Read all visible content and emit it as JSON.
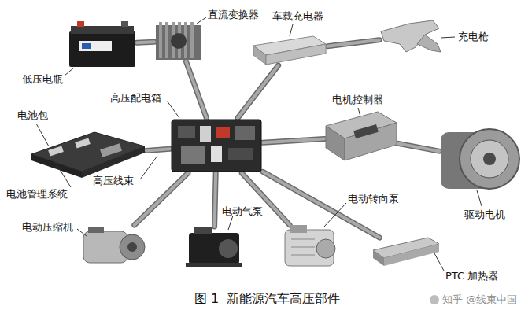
{
  "diagram": {
    "caption": "图 1  新能源汽车高压部件",
    "nodes": [
      {
        "text": [
          "低压电瓶"
        ]
      },
      {
        "text": [
          "直流变换器"
        ]
      },
      {
        "text": [
          "车载充电器"
        ]
      },
      {
        "text": [
          "充电枪"
        ]
      },
      {
        "text": [
          "高压配电箱"
        ]
      },
      {
        "text": [
          "电池包",
          "电池管理系统"
        ]
      },
      {
        "text": [
          "电机控制器"
        ]
      },
      {
        "text": [
          "驱动电机"
        ]
      },
      {
        "text": [
          "电动压缩机"
        ]
      },
      {
        "text": [
          "电动气泵"
        ]
      },
      {
        "text": [
          "电动转向泵"
        ]
      },
      {
        "text": [
          "PTC 加热器"
        ]
      }
    ],
    "edges": [
      {
        "from": 0,
        "to": 1,
        "arrow": "none"
      },
      {
        "from": 1,
        "to": 4,
        "arrow": "none"
      },
      {
        "from": 2,
        "to": 4,
        "arrow": "none"
      },
      {
        "from": 3,
        "to": 2,
        "arrow": "none"
      },
      {
        "from": 5,
        "to": 4,
        "arrow": "none"
      },
      {
        "from": 6,
        "to": 4,
        "arrow": "none"
      },
      {
        "from": 7,
        "to": 6,
        "arrow": "none"
      },
      {
        "from": 8,
        "to": 4,
        "arrow": "none"
      },
      {
        "from": 9,
        "to": 4,
        "arrow": "none"
      },
      {
        "from": 10,
        "to": 4,
        "arrow": "none"
      },
      {
        "from": 11,
        "to": 4,
        "arrow": "none"
      }
    ],
    "labels": [
      "高压线束",
      "知乎 @线束中国"
    ]
  }
}
